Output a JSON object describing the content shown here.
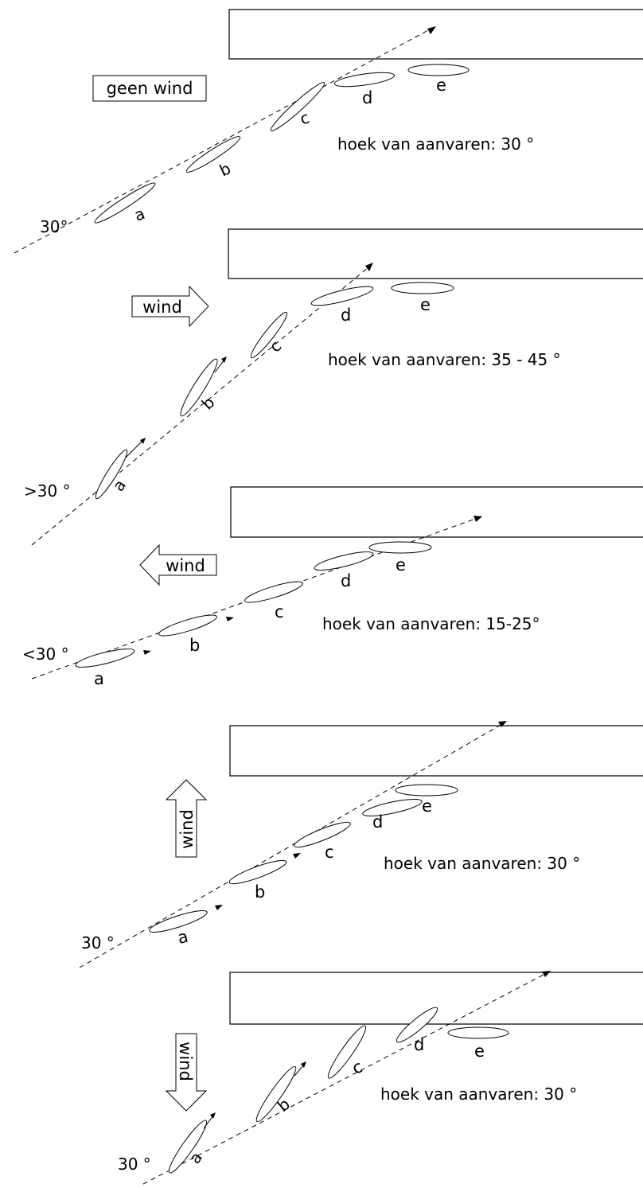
{
  "scenarios": [
    {
      "wind_label": "geen wind",
      "angle_label": "30°",
      "result_text": "hoek van aanvaren: 30 °",
      "boat_labels": [
        "a",
        "b",
        "c",
        "d",
        "e"
      ]
    },
    {
      "wind_label": "wind",
      "angle_label": ">30 °",
      "result_text": "hoek van aanvaren: 35 - 45 °",
      "boat_labels": [
        "a",
        "b",
        "c",
        "d",
        "e"
      ]
    },
    {
      "wind_label": "wind",
      "angle_label": "<30 °",
      "result_text": "hoek van aanvaren: 15-25°",
      "boat_labels": [
        "a",
        "b",
        "c",
        "d",
        "e"
      ]
    },
    {
      "wind_label": "wind",
      "angle_label": "30 °",
      "result_text": "hoek van aanvaren: 30 °",
      "boat_labels": [
        "a",
        "b",
        "c",
        "d",
        "e"
      ]
    },
    {
      "wind_label": "wind",
      "angle_label": "30 °",
      "result_text": "hoek van aanvaren: 30 °",
      "boat_labels": [
        "a",
        "b",
        "c",
        "d",
        "e"
      ]
    }
  ]
}
